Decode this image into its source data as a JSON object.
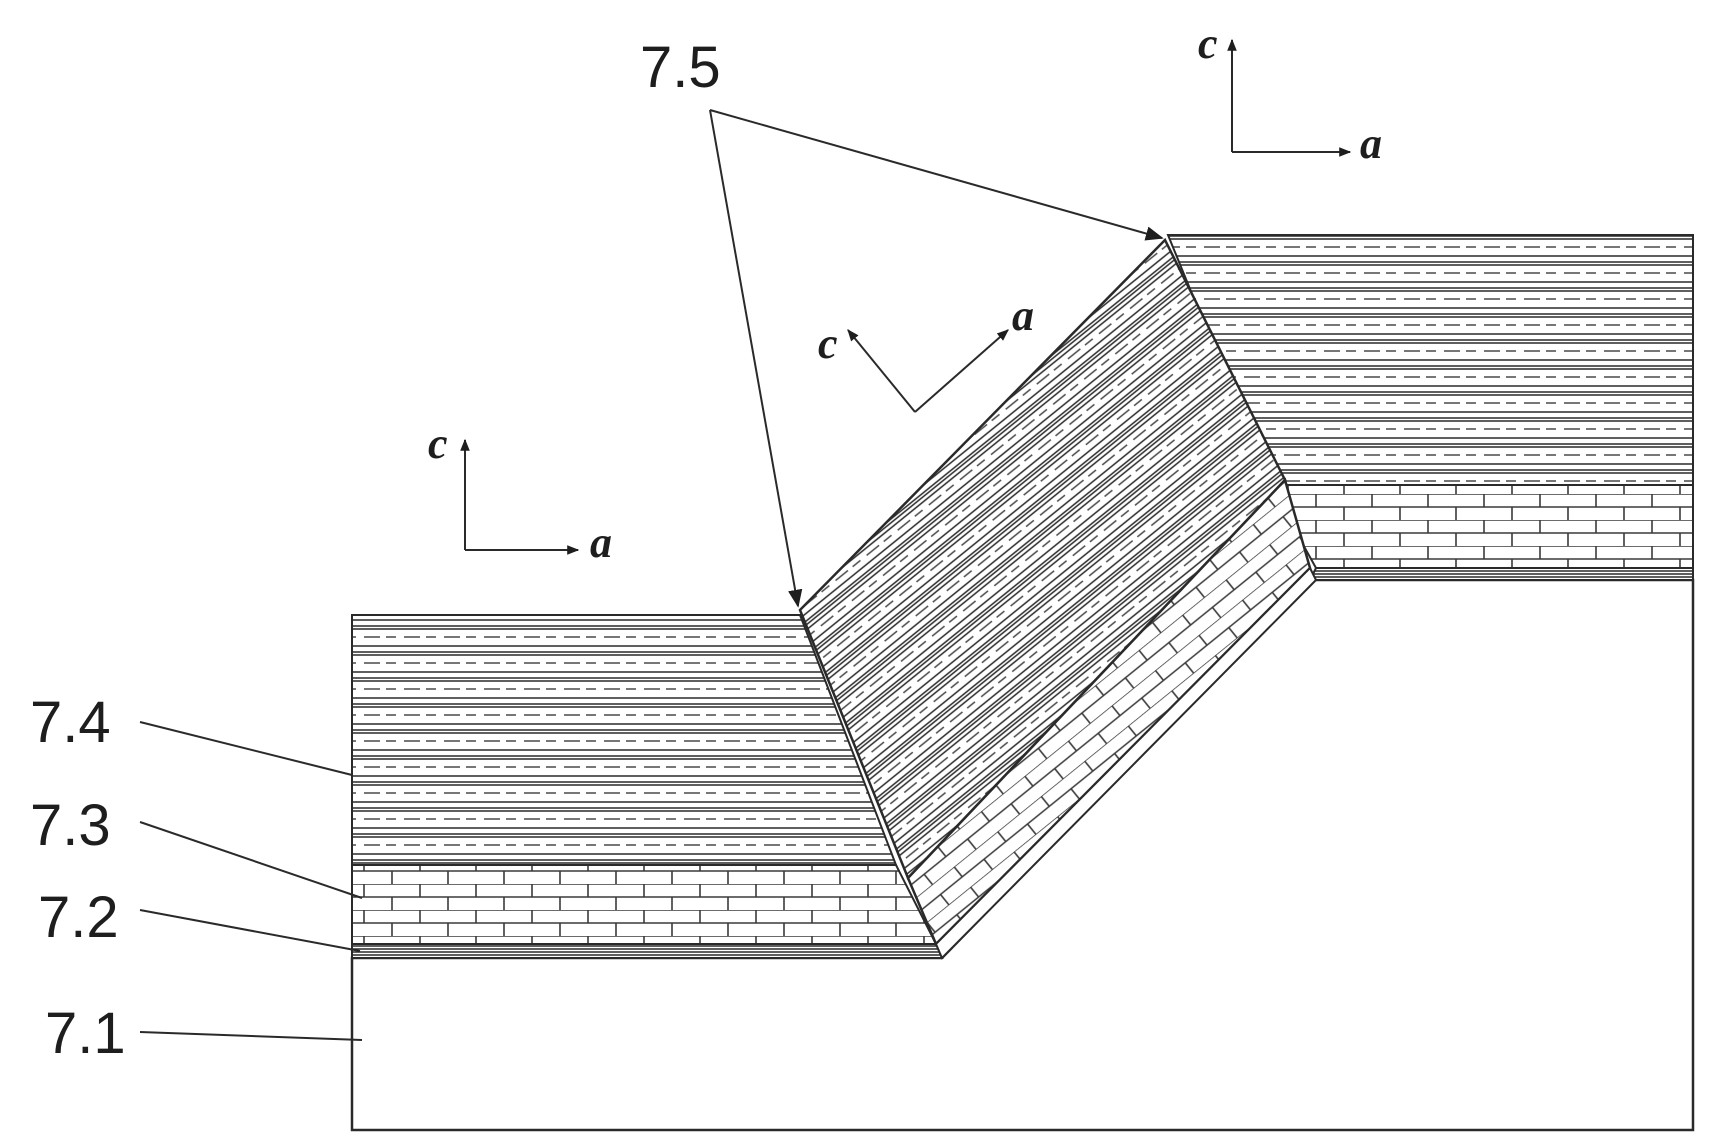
{
  "labels": {
    "substrate": "7.1",
    "interlayer": "7.2",
    "brick_layer": "7.3",
    "striped_layer": "7.4",
    "facet": "7.5"
  },
  "axes": {
    "c": "c",
    "a": "a"
  },
  "colors": {
    "ink": "#2a2a2a",
    "background": "#ffffff"
  }
}
